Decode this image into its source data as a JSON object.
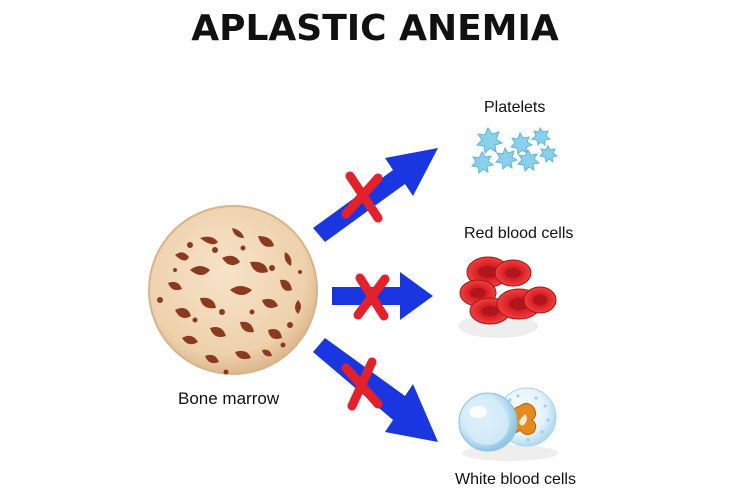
{
  "title": "APLASTIC ANEMIA",
  "labels": {
    "bone_marrow": "Bone marrow",
    "platelets": "Platelets",
    "red_blood_cells": "Red blood cells",
    "white_blood_cells": "White blood cells"
  },
  "colors": {
    "arrow": "#1a36e0",
    "cross": "#e4212b",
    "marrow": "#f2d9b8",
    "marrow_holes": "#8b3a1e",
    "rbc": "#d81f25",
    "platelet": "#8ad0ec",
    "wbc": "#bfe4f7"
  },
  "icons": [
    "bone-marrow-icon",
    "platelets-icon",
    "red-blood-cells-icon",
    "white-blood-cells-icon",
    "arrow-icon",
    "cross-icon"
  ]
}
